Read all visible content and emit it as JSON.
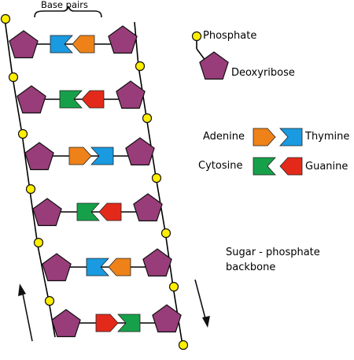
{
  "labels": {
    "base_pairs": "Base pairs",
    "phosphate": "Phosphate",
    "deoxyribose": "Deoxyribose",
    "adenine": "Adenine",
    "thymine": "Thymine",
    "cytosine": "Cytosine",
    "guanine": "Guanine",
    "backbone_line1": "Sugar - phosphate",
    "backbone_line2": "backbone"
  },
  "colors": {
    "sugar": "#993d7a",
    "phosphate": "#ffee00",
    "adenine": "#ee8218",
    "thymine": "#1a9ae0",
    "cytosine": "#17a04a",
    "guanine": "#e32a1a",
    "strand": "#000000"
  },
  "base_pairs": [
    {
      "left": "thymine",
      "right": "adenine"
    },
    {
      "left": "cytosine",
      "right": "guanine"
    },
    {
      "left": "adenine",
      "right": "thymine"
    },
    {
      "left": "cytosine",
      "right": "guanine"
    },
    {
      "left": "thymine",
      "right": "adenine"
    },
    {
      "left": "guanine",
      "right": "cytosine"
    }
  ]
}
